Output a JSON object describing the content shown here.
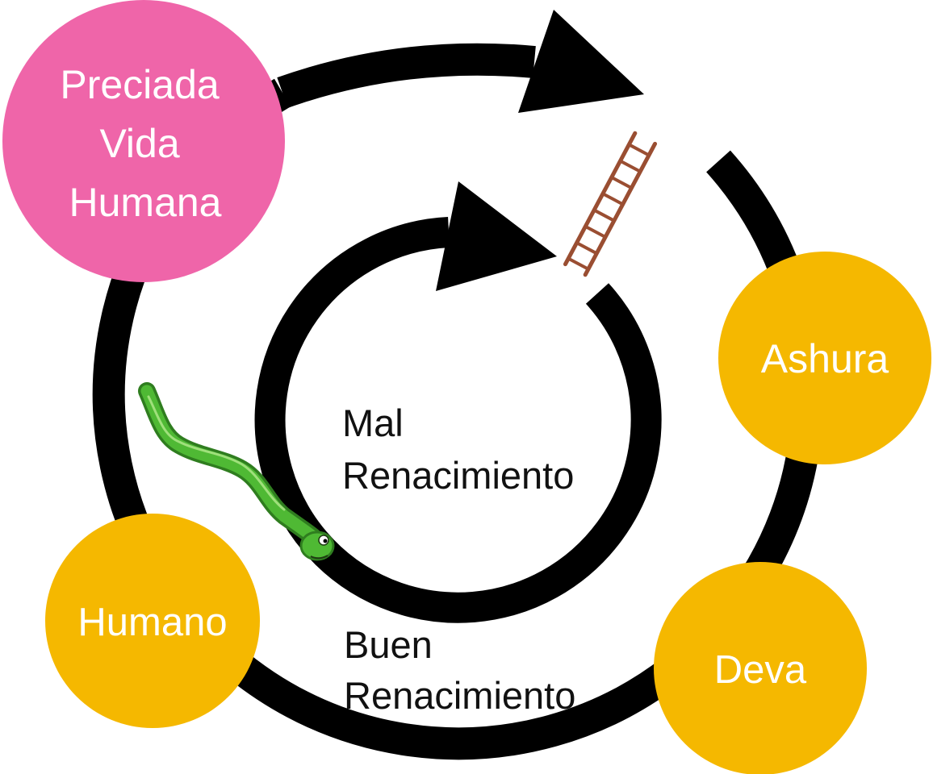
{
  "nodes": {
    "precious_life": {
      "lines": [
        "Preciada",
        "Vida",
        "Humana"
      ],
      "color": "#ef65a9"
    },
    "ashura": {
      "label": "Ashura",
      "color": "#f5b800"
    },
    "human": {
      "label": "Humano",
      "color": "#f5b800"
    },
    "deva": {
      "label": "Deva",
      "color": "#f5b800"
    }
  },
  "inner_cycle": {
    "lines": [
      "Mal",
      "Renacimiento"
    ]
  },
  "outer_cycle": {
    "lines": [
      "Buen",
      "Renacimiento"
    ]
  },
  "icons": {
    "ladder": "ladder-icon",
    "snake": "snake-icon"
  },
  "colors": {
    "ring": "#000000",
    "ladder": "#9a4e32",
    "snake": "#4fb934",
    "text_dark": "#111111",
    "text_light": "#ffffff"
  }
}
